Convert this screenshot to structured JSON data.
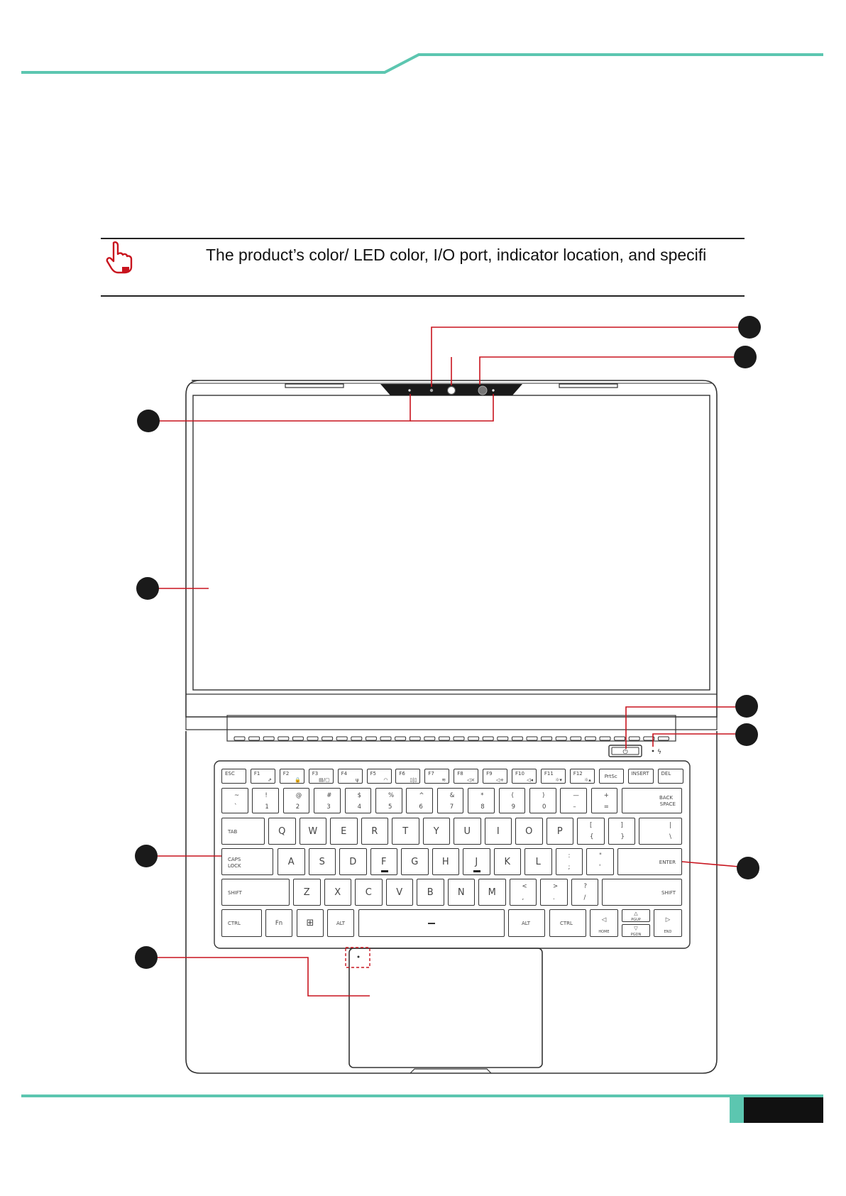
{
  "note": {
    "icon": "pointing-hand-icon",
    "text": "The product’s color/ LED color, I/O port, indicator location, and specifi"
  },
  "colors": {
    "accent": "#5cc6b0",
    "callout": "#c8141e",
    "footer_block": "#111111"
  },
  "keyboard": {
    "function_row": [
      {
        "top": "ESC",
        "sub": ""
      },
      {
        "top": "F1",
        "sub": "⇗"
      },
      {
        "top": "F2",
        "sub": "🔒"
      },
      {
        "top": "F3",
        "sub": "▤/▢"
      },
      {
        "top": "F4",
        "sub": "ψ"
      },
      {
        "top": "F5",
        "sub": "◠"
      },
      {
        "top": "F6",
        "sub": "▯|▯"
      },
      {
        "top": "F7",
        "sub": "≋"
      },
      {
        "top": "F8",
        "sub": "◁×"
      },
      {
        "top": "F9",
        "sub": "◁+"
      },
      {
        "top": "F10",
        "sub": "◁◂"
      },
      {
        "top": "F11",
        "sub": "☼▾"
      },
      {
        "top": "F12",
        "sub": "☼▴"
      },
      {
        "top": "PrtSc",
        "sub": ""
      },
      {
        "top": "INSERT",
        "sub": ""
      },
      {
        "top": "DEL",
        "sub": ""
      }
    ],
    "number_row": [
      {
        "up": "~",
        "down": "`"
      },
      {
        "up": "!",
        "down": "1"
      },
      {
        "up": "@",
        "down": "2"
      },
      {
        "up": "#",
        "down": "3"
      },
      {
        "up": "$",
        "down": "4"
      },
      {
        "up": "%",
        "down": "5"
      },
      {
        "up": "^",
        "down": "6"
      },
      {
        "up": "&",
        "down": "7"
      },
      {
        "up": "*",
        "down": "8"
      },
      {
        "up": "(",
        "down": "9"
      },
      {
        "up": ")",
        "down": "0"
      },
      {
        "up": "—",
        "down": "–"
      },
      {
        "up": "+",
        "down": "="
      }
    ],
    "backspace_label": "BACK\nSPACE",
    "tab_label": "TAB",
    "qwerty_row": [
      "Q",
      "W",
      "E",
      "R",
      "T",
      "Y",
      "U",
      "I",
      "O",
      "P"
    ],
    "bracket_keys": [
      {
        "up": "[",
        "down": "{"
      },
      {
        "up": "]",
        "down": "}"
      },
      {
        "up": "|",
        "down": "\\"
      }
    ],
    "caps_label": "CAPS\nLOCK",
    "home_row": [
      "A",
      "S",
      "D",
      "F",
      "G",
      "H",
      "J",
      "K",
      "L"
    ],
    "home_punct": [
      {
        "up": ":",
        "down": ";"
      },
      {
        "up": "\"",
        "down": "'"
      }
    ],
    "enter_label": "ENTER",
    "shift_label": "SHIFT",
    "bottom_row": [
      "Z",
      "X",
      "C",
      "V",
      "B",
      "N",
      "M"
    ],
    "bottom_punct": [
      {
        "up": "<",
        "down": ","
      },
      {
        "up": ">",
        "down": "."
      },
      {
        "up": "?",
        "down": "/"
      }
    ],
    "ctrl_label": "CTRL",
    "fn_label": "Fn",
    "alt_label": "ALT",
    "home_label": "HOME",
    "end_label": "END",
    "pgup_label": "PGUP",
    "pgdn_label": "PGDN"
  }
}
